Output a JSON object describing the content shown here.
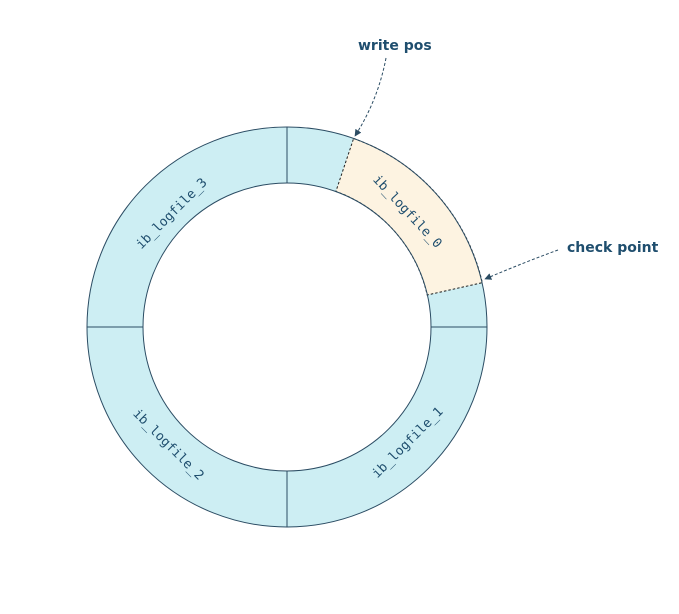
{
  "diagram": {
    "segments": {
      "file0": "ib_logfile_0",
      "file1": "ib_logfile_1",
      "file2": "ib_logfile_2",
      "file3": "ib_logfile_3"
    },
    "callouts": {
      "write_pos": "write pos",
      "check_point": "check point"
    },
    "colors": {
      "ring_fill": "#cdeef3",
      "highlight_fill": "#fdf3e1",
      "outline": "#2b4c63",
      "text": "#1f4e6e"
    }
  }
}
